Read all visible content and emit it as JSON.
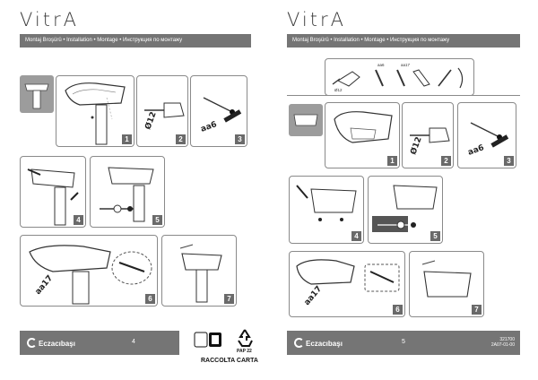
{
  "brand": "VitrA",
  "header": {
    "text": "Montaj Broşürü • Installation • Montage • Инструкция по монтажу"
  },
  "left": {
    "steps": [
      "1",
      "2",
      "3",
      "4",
      "5",
      "6",
      "7"
    ],
    "labels": {
      "drill": "Ø12",
      "wrench": "aa6",
      "wrench_big": "aa17"
    },
    "footer": {
      "logo": "Eczacıbaşı",
      "page": "4"
    },
    "recycle": {
      "pap": "PAP 22",
      "raccolta": "RACCOLTA CARTA"
    }
  },
  "right": {
    "tools": {
      "drill": "Ø12",
      "w1": "aa6",
      "w2": "aa17"
    },
    "steps": [
      "1",
      "2",
      "3",
      "4",
      "5",
      "6",
      "7"
    ],
    "labels": {
      "drill": "Ø12",
      "wrench": "aa6",
      "wrench_big": "aa17"
    },
    "footer": {
      "logo": "Eczacıbaşı",
      "page": "5",
      "code1": "321700",
      "code2": "2A07-01-00"
    }
  }
}
